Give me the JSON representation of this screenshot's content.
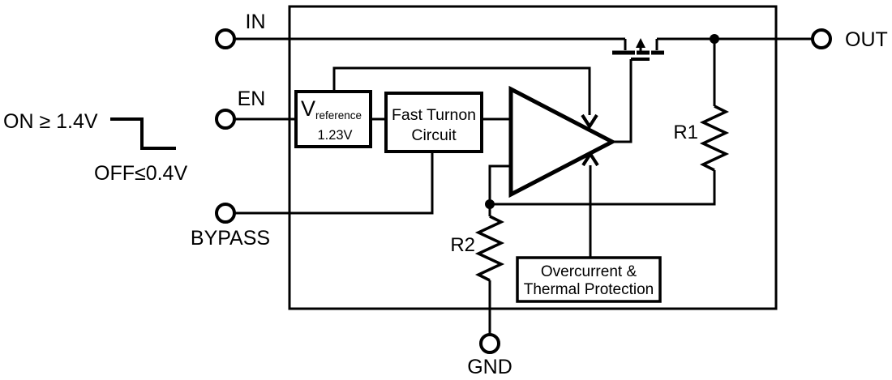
{
  "figure": {
    "colors": {
      "line": "#000000",
      "background": "#ffffff",
      "text": "#000000"
    },
    "pins": {
      "in": {
        "label": "IN"
      },
      "en": {
        "label": "EN"
      },
      "bypass": {
        "label": "BYPASS"
      },
      "out": {
        "label": "OUT"
      },
      "gnd": {
        "label": "GND"
      }
    },
    "enable_thresholds": {
      "on": "ON ≥  1.4V",
      "off": "OFF≤0.4V"
    },
    "blocks": {
      "vref": {
        "symbol": "V",
        "subscript": "reference",
        "value": "1.23V"
      },
      "fast_turnon": {
        "line1": "Fast Turnon",
        "line2": "Circuit"
      },
      "protection": {
        "line1": "Overcurrent &",
        "line2": "Thermal Protection"
      }
    },
    "resistors": {
      "r1": {
        "label": "R1"
      },
      "r2": {
        "label": "R2"
      }
    },
    "icons": {
      "pass_transistor": "pmos-pass-transistor-icon",
      "error_amplifier": "opamp-triangle-icon",
      "terminal": "open-circle-terminal-icon",
      "enable_waveform": "falling-step-waveform-icon"
    }
  }
}
